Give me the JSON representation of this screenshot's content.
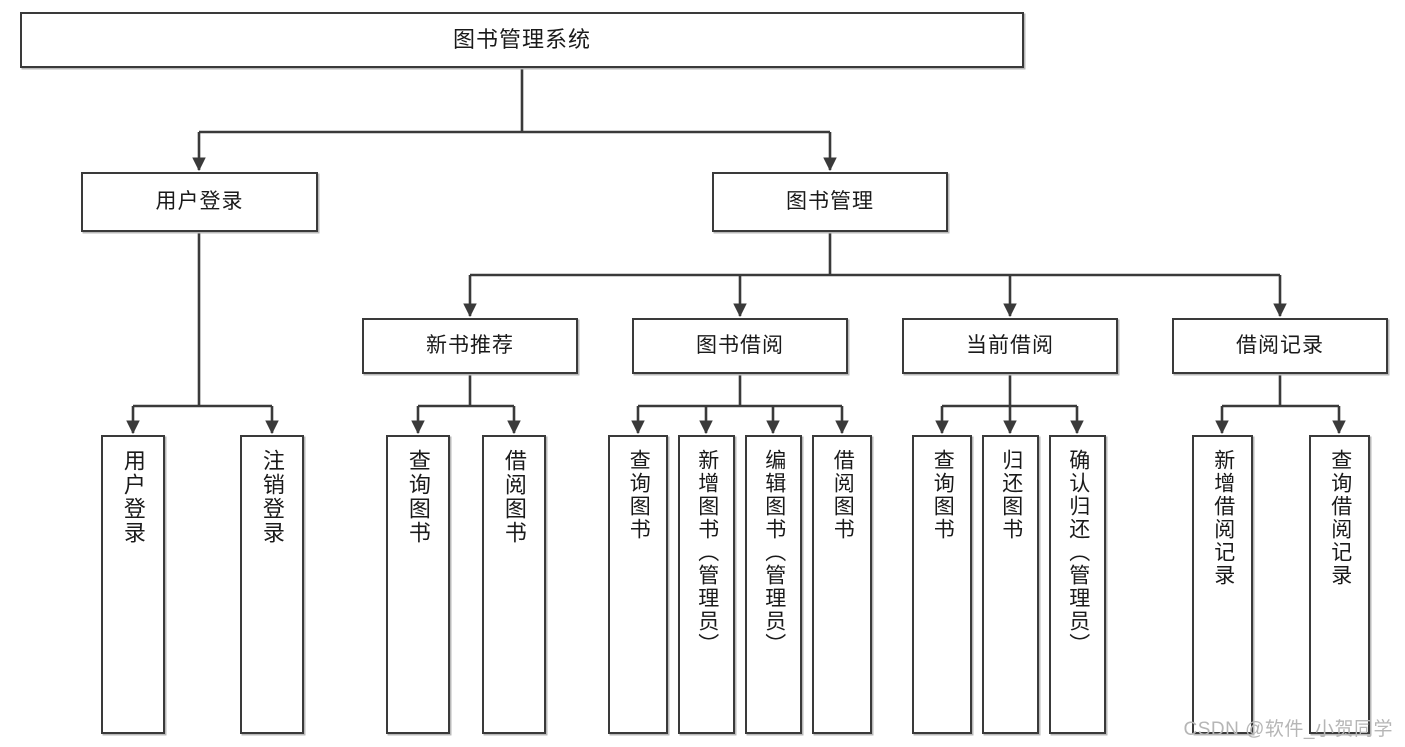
{
  "diagram": {
    "title": "图书管理系统",
    "type": "tree",
    "colors": {
      "box_border": "#3a3a3a",
      "box_fill": "#ffffff",
      "edge": "#3a3a3a",
      "text": "#1a1a1a",
      "watermark": "#b6b6b6"
    },
    "root": {
      "label": "图书管理系统"
    },
    "level2": [
      {
        "id": "user-login",
        "label": "用户登录"
      },
      {
        "id": "book-management",
        "label": "图书管理"
      }
    ],
    "level3": [
      {
        "id": "new-book-recommend",
        "label": "新书推荐"
      },
      {
        "id": "book-borrow",
        "label": "图书借阅"
      },
      {
        "id": "current-borrow",
        "label": "当前借阅"
      },
      {
        "id": "borrow-record",
        "label": "借阅记录"
      }
    ],
    "leaves": [
      {
        "id": "leaf-user-login",
        "parent": "user-login",
        "label": "用户登录"
      },
      {
        "id": "leaf-logout-login",
        "parent": "user-login",
        "label": "注销登录"
      },
      {
        "id": "leaf-query-book-1",
        "parent": "new-book-recommend",
        "label": "查询图书"
      },
      {
        "id": "leaf-borrow-book-1",
        "parent": "new-book-recommend",
        "label": "借阅图书"
      },
      {
        "id": "leaf-query-book-2",
        "parent": "book-borrow",
        "label": "查询图书"
      },
      {
        "id": "leaf-add-book",
        "parent": "book-borrow",
        "label": "新增图书（管理员）"
      },
      {
        "id": "leaf-edit-book",
        "parent": "book-borrow",
        "label": "编辑图书（管理员）"
      },
      {
        "id": "leaf-borrow-book-2",
        "parent": "book-borrow",
        "label": "借阅图书"
      },
      {
        "id": "leaf-query-book-3",
        "parent": "current-borrow",
        "label": "查询图书"
      },
      {
        "id": "leaf-return-book",
        "parent": "current-borrow",
        "label": "归还图书"
      },
      {
        "id": "leaf-confirm-return",
        "parent": "current-borrow",
        "label": "确认归还（管理员）"
      },
      {
        "id": "leaf-add-borrow-record",
        "parent": "borrow-record",
        "label": "新增借阅记录"
      },
      {
        "id": "leaf-query-borrow-record",
        "parent": "borrow-record",
        "label": "查询借阅记录"
      }
    ]
  },
  "watermark": {
    "text": "CSDN @软件_小贺同学"
  }
}
